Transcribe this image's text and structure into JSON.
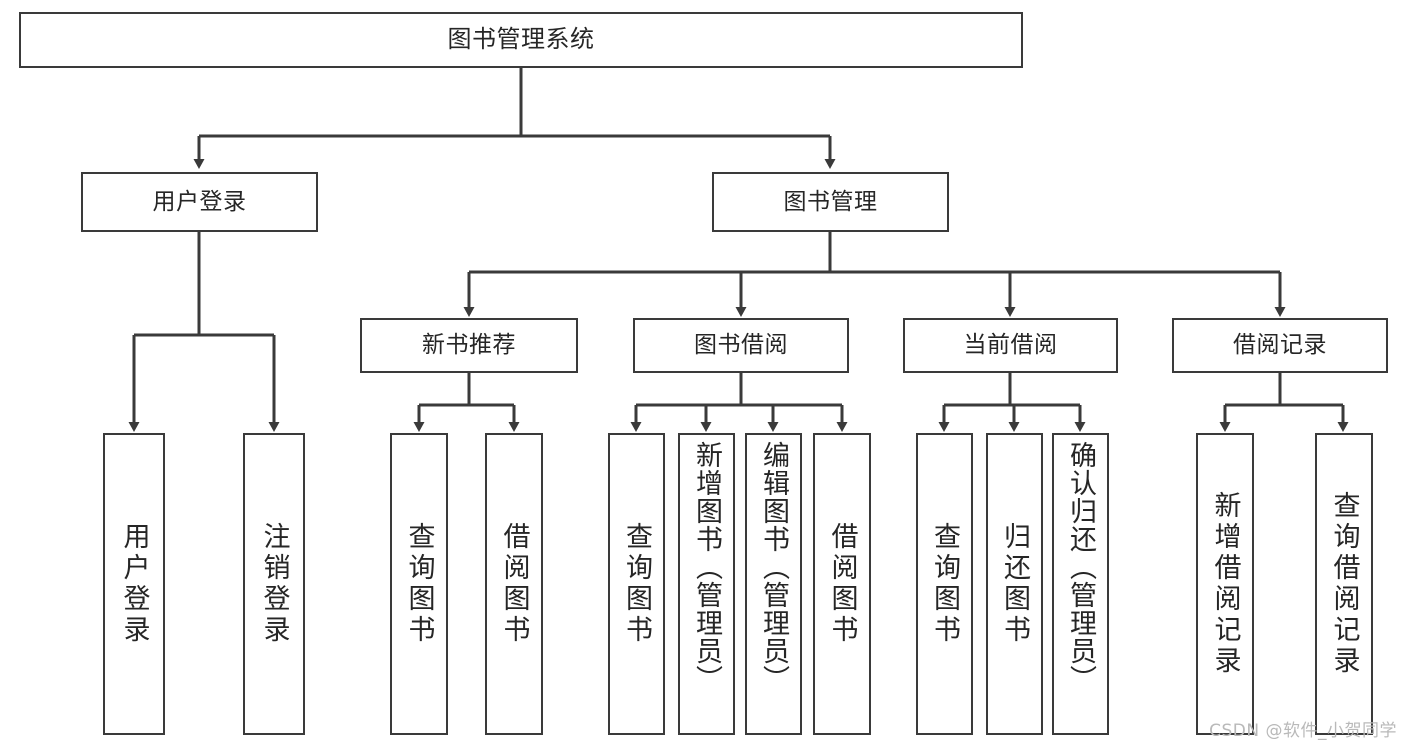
{
  "diagram": {
    "title": "图书管理系统",
    "type": "tree-hierarchy",
    "watermark": "CSDN @软件_小贺同学",
    "colors": {
      "background": "#ffffff",
      "box_border": "#3a3a3a",
      "box_fill": "#ffffff",
      "text": "#262626",
      "connector": "#3a3a3a",
      "watermark": "#b9b9b9"
    },
    "levels": {
      "root": "图书管理系统",
      "level2": [
        "用户登录",
        "图书管理"
      ],
      "level3": [
        "新书推荐",
        "图书借阅",
        "当前借阅",
        "借阅记录"
      ]
    },
    "nodes": {
      "root": {
        "label": "图书管理系统"
      },
      "user_login": {
        "label": "用户登录"
      },
      "book_manage": {
        "label": "图书管理"
      },
      "new_book_rec": {
        "label": "新书推荐"
      },
      "book_borrow": {
        "label": "图书借阅"
      },
      "current_borrow": {
        "label": "当前借阅"
      },
      "borrow_record": {
        "label": "借阅记录"
      },
      "leaf_user_login": {
        "label": "用户登录"
      },
      "leaf_user_logout": {
        "label": "注销登录"
      },
      "leaf_query_book_1": {
        "label": "查询图书"
      },
      "leaf_borrow_book_1": {
        "label": "借阅图书"
      },
      "leaf_query_book_2": {
        "label": "查询图书"
      },
      "leaf_add_book": {
        "label": "新增图书（管理员）"
      },
      "leaf_edit_book": {
        "label": "编辑图书（管理员）"
      },
      "leaf_borrow_book_2": {
        "label": "借阅图书"
      },
      "leaf_query_book_3": {
        "label": "查询图书"
      },
      "leaf_return_book": {
        "label": "归还图书"
      },
      "leaf_confirm_return": {
        "label": "确认归还（管理员）"
      },
      "leaf_add_record": {
        "label": "新增借阅记录"
      },
      "leaf_query_record": {
        "label": "查询借阅记录"
      }
    },
    "edges": [
      {
        "from": "root",
        "to": "user_login"
      },
      {
        "from": "root",
        "to": "book_manage"
      },
      {
        "from": "user_login",
        "to": "leaf_user_login"
      },
      {
        "from": "user_login",
        "to": "leaf_user_logout"
      },
      {
        "from": "book_manage",
        "to": "new_book_rec"
      },
      {
        "from": "book_manage",
        "to": "book_borrow"
      },
      {
        "from": "book_manage",
        "to": "current_borrow"
      },
      {
        "from": "book_manage",
        "to": "borrow_record"
      },
      {
        "from": "new_book_rec",
        "to": "leaf_query_book_1"
      },
      {
        "from": "new_book_rec",
        "to": "leaf_borrow_book_1"
      },
      {
        "from": "book_borrow",
        "to": "leaf_query_book_2"
      },
      {
        "from": "book_borrow",
        "to": "leaf_add_book"
      },
      {
        "from": "book_borrow",
        "to": "leaf_edit_book"
      },
      {
        "from": "book_borrow",
        "to": "leaf_borrow_book_2"
      },
      {
        "from": "current_borrow",
        "to": "leaf_query_book_3"
      },
      {
        "from": "current_borrow",
        "to": "leaf_return_book"
      },
      {
        "from": "current_borrow",
        "to": "leaf_confirm_return"
      },
      {
        "from": "borrow_record",
        "to": "leaf_add_record"
      },
      {
        "from": "borrow_record",
        "to": "leaf_query_record"
      }
    ]
  }
}
